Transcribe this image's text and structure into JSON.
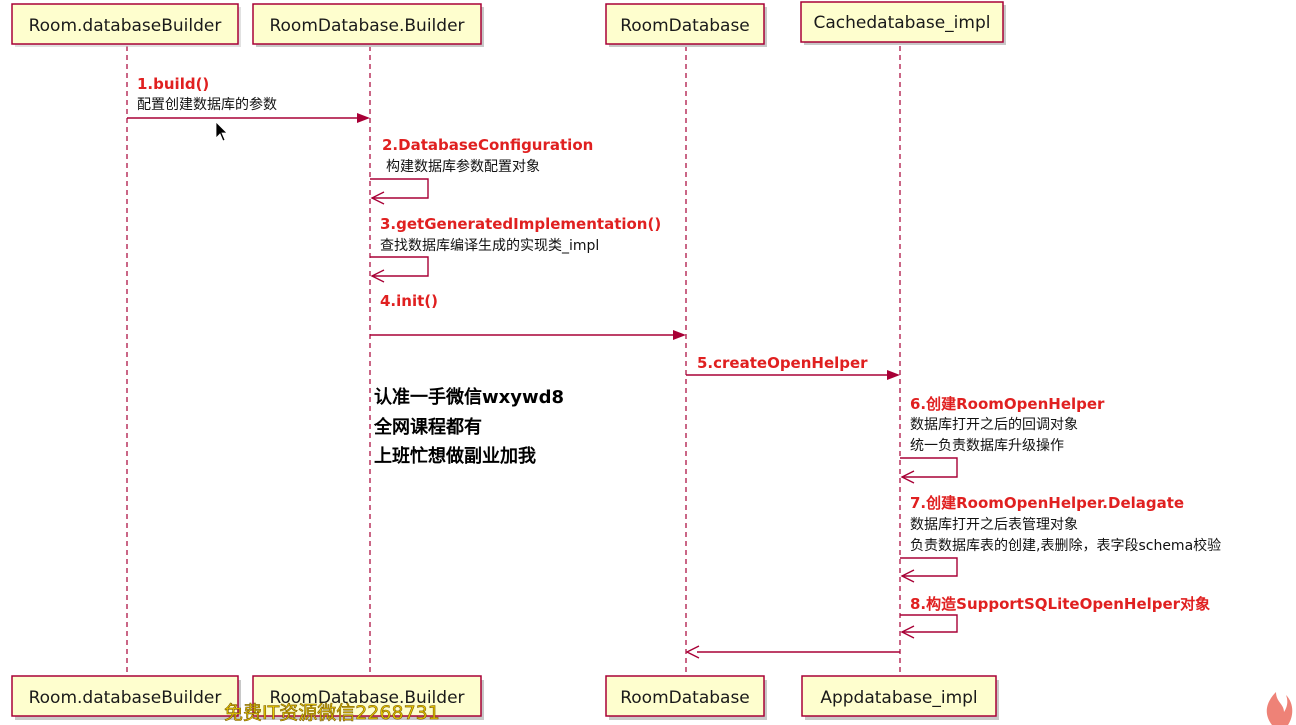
{
  "participants": [
    {
      "id": "p1",
      "top_label": "Room.databaseBuilder",
      "bottom_label": "Room.databaseBuilder"
    },
    {
      "id": "p2",
      "top_label": "RoomDatabase.Builder",
      "bottom_label": "RoomDatabase.Builder"
    },
    {
      "id": "p3",
      "top_label": "RoomDatabase",
      "bottom_label": "RoomDatabase"
    },
    {
      "id": "p4",
      "top_label": "Cachedatabase_impl",
      "bottom_label": "Appdatabase_impl"
    }
  ],
  "messages": [
    {
      "id": "m1",
      "title": "1.build()",
      "lines": [
        "配置创建数据库的参数"
      ]
    },
    {
      "id": "m2",
      "title": "2.DatabaseConfiguration",
      "lines": [
        "构建数据库参数配置对象"
      ]
    },
    {
      "id": "m3",
      "title": "3.getGeneratedImplementation()",
      "lines": [
        "查找数据库编译生成的实现类_impl"
      ]
    },
    {
      "id": "m4",
      "title": "4.init()",
      "lines": []
    },
    {
      "id": "m5",
      "title": "5.createOpenHelper",
      "lines": []
    },
    {
      "id": "m6",
      "title": "6.创建RoomOpenHelper",
      "lines": [
        "数据库打开之后的回调对象",
        "统一负责数据库升级操作"
      ]
    },
    {
      "id": "m7",
      "title": "7.创建RoomOpenHelper.Delagate",
      "lines": [
        "数据库打开之后表管理对象",
        "负责数据库表的创建,表删除，表字段schema校验"
      ]
    },
    {
      "id": "m8",
      "title": "8.构造SupportSQLiteOpenHelper对象",
      "lines": []
    },
    {
      "id": "m9",
      "title": "",
      "lines": []
    }
  ],
  "note": {
    "lines": [
      "认准一手微信wxywd8",
      "全网课程都有",
      "上班忙想做副业加我"
    ]
  },
  "watermark": {
    "text": "免费IT资源微信2268731"
  },
  "colors": {
    "participant_fill": "#fefece",
    "participant_border": "#a80036",
    "arrow": "#a80036",
    "message_title": "#e02020"
  }
}
